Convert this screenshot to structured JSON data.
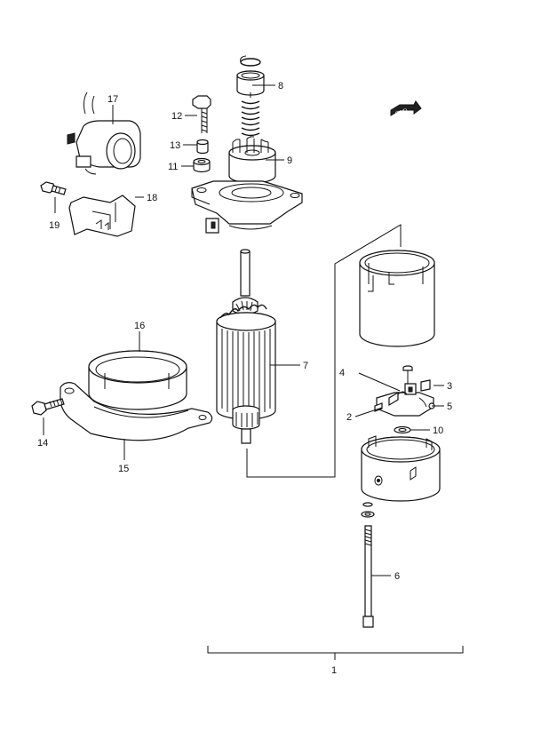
{
  "parts": [
    {
      "id": "p1",
      "label": "1"
    },
    {
      "id": "p2",
      "label": "2"
    },
    {
      "id": "p3",
      "label": "3"
    },
    {
      "id": "p4",
      "label": "4"
    },
    {
      "id": "p5",
      "label": "5"
    },
    {
      "id": "p6",
      "label": "6"
    },
    {
      "id": "p7",
      "label": "7"
    },
    {
      "id": "p8",
      "label": "8"
    },
    {
      "id": "p9",
      "label": "9"
    },
    {
      "id": "p10",
      "label": "10"
    },
    {
      "id": "p11",
      "label": "11"
    },
    {
      "id": "p12",
      "label": "12"
    },
    {
      "id": "p13",
      "label": "13"
    },
    {
      "id": "p14",
      "label": "14"
    },
    {
      "id": "p15",
      "label": "15"
    },
    {
      "id": "p16",
      "label": "16"
    },
    {
      "id": "p17",
      "label": "17"
    },
    {
      "id": "p18",
      "label": "18"
    },
    {
      "id": "p19",
      "label": "19"
    }
  ],
  "direction_marker": {
    "text": "FWD"
  }
}
